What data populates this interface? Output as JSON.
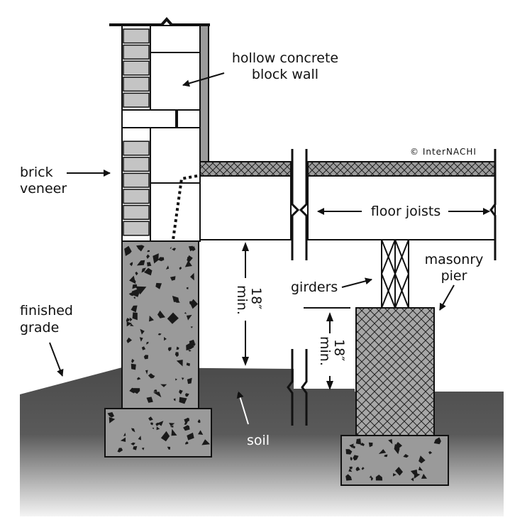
{
  "labels": {
    "block_wall_line1": "hollow concrete",
    "block_wall_line2": "block wall",
    "brick_line1": "brick",
    "brick_line2": "veneer",
    "floor_joists": "floor joists",
    "masonry_line1": "masonry",
    "masonry_line2": "pier",
    "girders": "girders",
    "dim_upper_value": "18″",
    "dim_upper_unit": "min.",
    "dim_lower_value": "18″",
    "dim_lower_unit": "min.",
    "finished_line1": "finished",
    "finished_line2": "grade",
    "soil": "soil",
    "copyright": "© InterNACHI"
  },
  "colors": {
    "soil_top": "#4d4d4d",
    "soil_bottom": "#f2f2f2",
    "concrete": "#9a9a9a",
    "brick": "#c4c4c4",
    "pier": "#a5a5a5",
    "line": "#111111"
  }
}
